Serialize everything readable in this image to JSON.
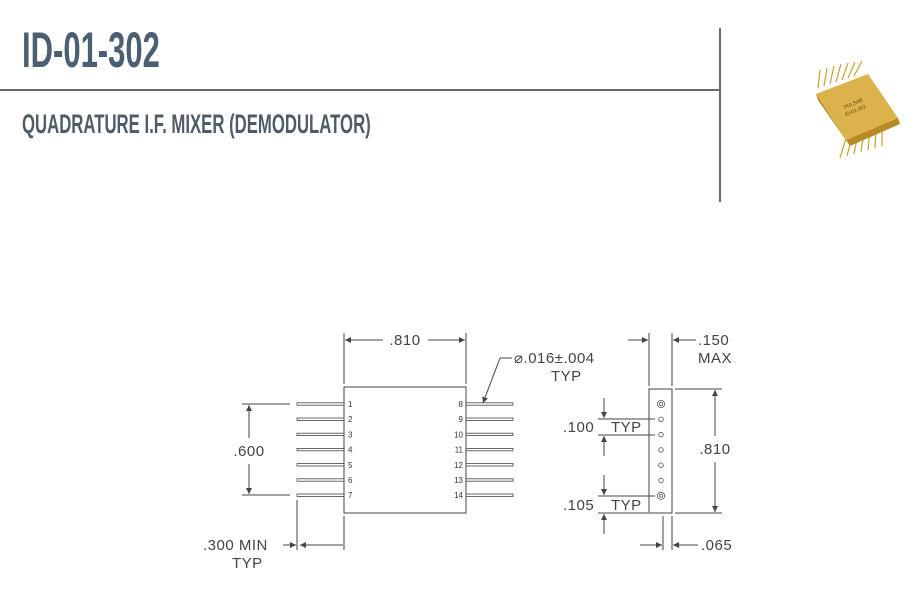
{
  "header": {
    "title": "ID-01-302",
    "subtitle": "QUADRATURE I.F. MIXER (DEMODULATOR)"
  },
  "chip": {
    "brand": "PULSAR",
    "model": "ID-01-302"
  },
  "diagram": {
    "width_label": ".810",
    "pin_spec": "⌀.016±.004",
    "pin_spec_typ": "TYP",
    "pitch_span_label": ".600",
    "lead_length_label": ".300 MIN",
    "lead_length_typ": "TYP",
    "height_label": ".150",
    "height_max": "MAX",
    "side_length_label": ".810",
    "pitch_label": ".100",
    "pitch_typ": "TYP",
    "edge_label": ".105",
    "edge_typ": "TYP",
    "thickness_label": ".065",
    "left_pins": [
      "1",
      "2",
      "3",
      "4",
      "5",
      "6",
      "7"
    ],
    "right_pins": [
      "8",
      "9",
      "10",
      "11",
      "12",
      "13",
      "14"
    ]
  },
  "colors": {
    "title": "#4a5f72",
    "subtitle": "#505c67",
    "line": "#444444",
    "gold": "#d4a83a"
  }
}
